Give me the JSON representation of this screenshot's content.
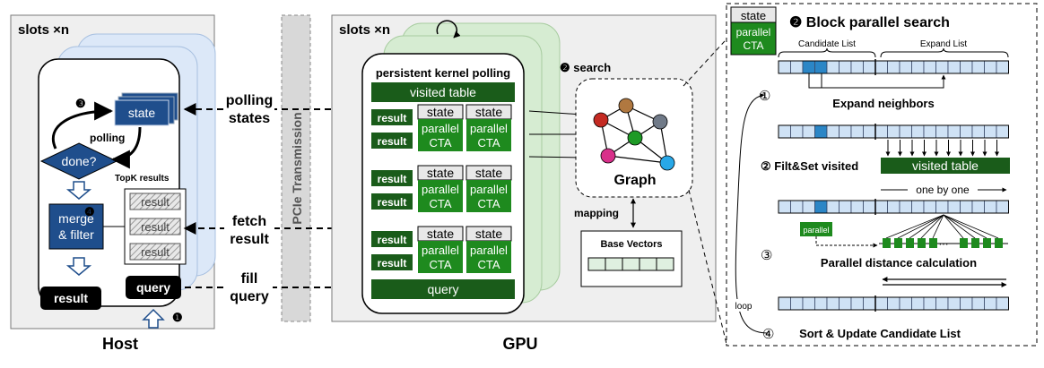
{
  "host": {
    "title": "Host",
    "slots_label": "slots ×n",
    "state_label": "state",
    "polling_label": "polling",
    "done_label": "done?",
    "topk_label": "TopK results",
    "result_slot_label": "result",
    "merge_label_line1": "merge",
    "merge_label_line2": "& filter",
    "result_label": "result",
    "query_label": "query",
    "step_numbers": [
      "❶",
      "❸",
      "❹"
    ]
  },
  "transfer": {
    "pcie_label": "PCIe Transmission",
    "polling_states_line1": "polling",
    "polling_states_line2": "states",
    "fetch_result_line1": "fetch",
    "fetch_result_line2": "result",
    "fill_query_line1": "fill",
    "fill_query_line2": "query"
  },
  "gpu": {
    "title": "GPU",
    "slots_label": "slots ×n",
    "kernel_label": "persistent kernel polling",
    "visited_table_label": "visited table",
    "result_label": "result",
    "state_label": "state",
    "cta_line1": "parallel",
    "cta_line2": "CTA",
    "query_label": "query",
    "search_label": "❷ search",
    "graph_label": "Graph",
    "mapping_label": "mapping",
    "base_vectors_label": "Base Vectors",
    "node_colors": [
      "#b07840",
      "#707a88",
      "#c42a22",
      "#1e9a26",
      "#d8308a",
      "#28a8e8"
    ]
  },
  "block_search": {
    "title": "❷ Block parallel search",
    "legend_state": "state",
    "legend_cta_line1": "parallel",
    "legend_cta_line2": "CTA",
    "candidate_list_label": "Candidate List",
    "expand_list_label": "Expand List",
    "step1_marker": "①",
    "step1_label": "Expand neighbors",
    "step2_label": "② Filt&Set visited",
    "visited_table_label": "visited table",
    "one_by_one_label": "one by one",
    "parallel_label": "parallel",
    "step3_marker": "③",
    "step3_label": "Parallel distance calculation",
    "loop_label": "loop",
    "step4_marker": "④",
    "step4_label": "Sort & Update Candidate List"
  },
  "colors": {
    "green_dark": "#1a5c1a",
    "green": "#1e8a1e",
    "light_blue": "#cfe2f5",
    "bright_blue": "#2b86c6",
    "navy": "#1f4e8c",
    "panel_gray": "#efefef",
    "back_green": "#d6ecd2",
    "back_blue": "#dce8f8"
  }
}
